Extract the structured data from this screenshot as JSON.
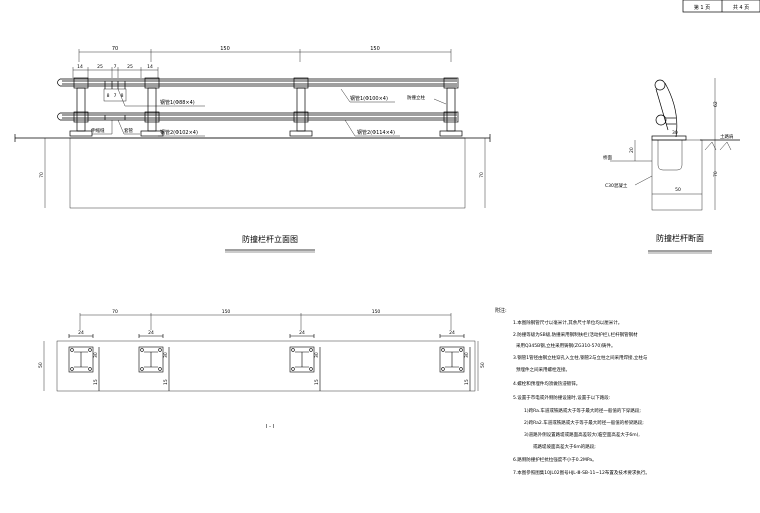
{
  "title_block": {
    "page": "第 1 页",
    "total": "共 4 页"
  },
  "elevation": {
    "title": "防撞栏杆立面图",
    "spans": [
      "70",
      "150",
      "150"
    ],
    "sub_spans": [
      "14",
      "25",
      "7",
      "25",
      "14"
    ],
    "joint_dims": [
      "8",
      "7",
      "8"
    ],
    "height": "70",
    "labels": {
      "pipe1_small": "钢管1(Φ88×4)",
      "pipe1_large": "钢管1(Φ100×4)",
      "pipe2_small": "钢管2(Φ102×4)",
      "pipe2_large": "钢管2(Φ114×4)",
      "post": "防撞立柱",
      "expansion_joint": "伸缩缝",
      "sleeve": "套管"
    }
  },
  "section": {
    "title": "防撞栏杆断面",
    "dims": {
      "height_rail": "62",
      "height_base": "70",
      "width": "50",
      "depth": "20",
      "plate": "30"
    },
    "labels": {
      "deck": "桥面",
      "concrete": "C30混凝土",
      "shoulder": "土路肩"
    }
  },
  "plan": {
    "title": "I - I",
    "spans": [
      "70",
      "150",
      "150"
    ],
    "plate_width": "24",
    "plate_dim": "30",
    "edge_dim": "15",
    "width": "50"
  },
  "notes": {
    "heading": "附注:",
    "lines": [
      "1.本图除钢管尺寸以毫米计,其余尺寸单位均以厘米计。",
      "2.防撞等级为SB级,防撞采用钢制扶栏(活动护栏),栏杆钢管钢材",
      "采用Q345B钢,立柱采用铸钢(ZG310-570)铸件。",
      "3.钢管1管径由钢立柱穿孔入立柱,钢管2与立柱之间采用焊接,立柱与",
      "预埋件之间采用螺栓连接。",
      "4.螺栓和预埋件均须做热浸镀锌。",
      "5.设置于市电或外侧防撞设施时,设置于以下路段:",
      "1)跨Ra.车道或铁路或大于等于最大跨径一般值的下穿路段;",
      "2)跨Ra2.车道或铁路或大于等于最大跨径一般值的桥梁路段;",
      "3)道路外侧设置路堤或路面高差较大(临空面高差大于6m),",
      "或路堤坡面高差大于6m的路段;",
      "6.路侧防撞护栏抗拉强度不小于0.2MPa。",
      "7.本图参照图集10JL02图号HJL-Ⅲ-SB-11~12布置及技术要求执行。"
    ]
  }
}
